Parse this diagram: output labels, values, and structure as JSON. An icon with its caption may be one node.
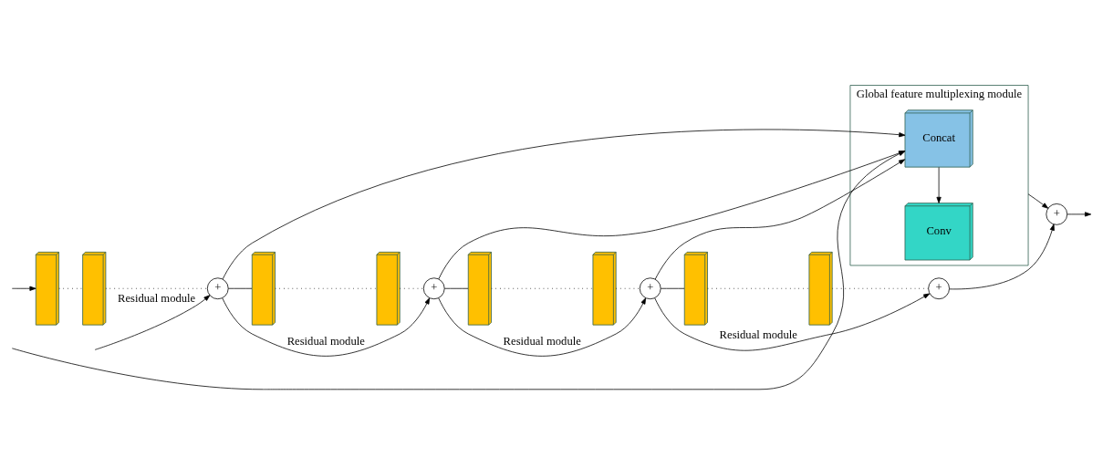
{
  "diagram": {
    "nodes": [
      {
        "text": [
          "Global feature multiplexing module"
        ]
      },
      {
        "text": [
          "Concat"
        ],
        "in": 0
      },
      {
        "text": [
          "Conv"
        ],
        "in": 0
      },
      {
        "text": [],
        "shape": "box"
      },
      {
        "text": [],
        "shape": "box"
      },
      {
        "text": [
          "+"
        ]
      },
      {
        "text": [],
        "shape": "box"
      },
      {
        "text": [],
        "shape": "box"
      },
      {
        "text": [
          "+"
        ]
      },
      {
        "text": [],
        "shape": "box"
      },
      {
        "text": [],
        "shape": "box"
      },
      {
        "text": [
          "+"
        ]
      },
      {
        "text": [],
        "shape": "box"
      },
      {
        "text": [],
        "shape": "box"
      },
      {
        "text": [
          "+"
        ]
      },
      {
        "text": [
          "+"
        ]
      }
    ],
    "edges": [
      {
        "from": null,
        "to": 3,
        "arrow": "to"
      },
      {
        "from": 3,
        "to": 4,
        "arrow": "none",
        "style": "dashed"
      },
      {
        "from": 4,
        "to": 5,
        "arrow": "none",
        "style": "dashed"
      },
      {
        "from": null,
        "to": 5,
        "arrow": "to",
        "label": "Residual module"
      },
      {
        "from": 5,
        "to": 6,
        "arrow": "none"
      },
      {
        "from": 6,
        "to": 7,
        "arrow": "none",
        "style": "dashed"
      },
      {
        "from": 7,
        "to": 8,
        "arrow": "none",
        "style": "dashed"
      },
      {
        "from": 5,
        "to": 8,
        "arrow": "to",
        "label": "Residual module"
      },
      {
        "from": 8,
        "to": 9,
        "arrow": "none"
      },
      {
        "from": 9,
        "to": 10,
        "arrow": "none",
        "style": "dashed"
      },
      {
        "from": 10,
        "to": 11,
        "arrow": "none",
        "style": "dashed"
      },
      {
        "from": 8,
        "to": 11,
        "arrow": "to",
        "label": "Residual module"
      },
      {
        "from": 11,
        "to": 12,
        "arrow": "none"
      },
      {
        "from": 12,
        "to": 13,
        "arrow": "none",
        "style": "dashed"
      },
      {
        "from": 13,
        "to": 14,
        "arrow": "none",
        "style": "dashed"
      },
      {
        "from": 11,
        "to": 14,
        "arrow": "to",
        "label": "Residual module"
      },
      {
        "from": 14,
        "to": 15,
        "arrow": "to"
      },
      {
        "from": null,
        "to": 1,
        "arrow": "to"
      },
      {
        "from": 5,
        "to": 1,
        "arrow": "to"
      },
      {
        "from": 8,
        "to": 1,
        "arrow": "to"
      },
      {
        "from": 11,
        "to": 1,
        "arrow": "to"
      },
      {
        "from": 1,
        "to": 2,
        "arrow": "to"
      },
      {
        "from": 0,
        "to": 15,
        "arrow": "to"
      },
      {
        "from": 15,
        "to": null,
        "arrow": "to"
      }
    ]
  }
}
